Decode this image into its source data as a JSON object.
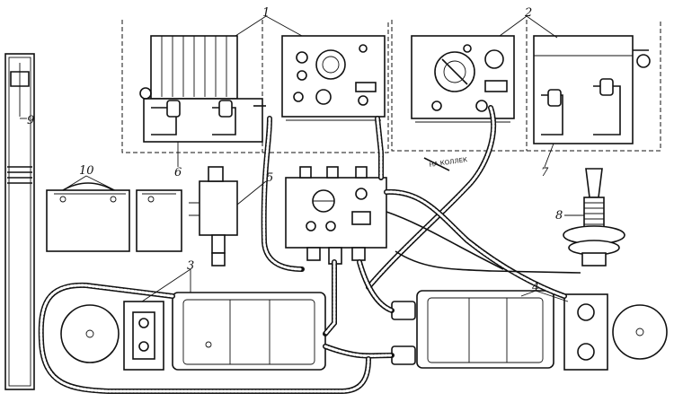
{
  "figure": {
    "callouts": [
      "1",
      "2",
      "3",
      "4",
      "5",
      "6",
      "7",
      "8",
      "9",
      "10"
    ],
    "cable_label": "НА КОЛЛЕК"
  }
}
